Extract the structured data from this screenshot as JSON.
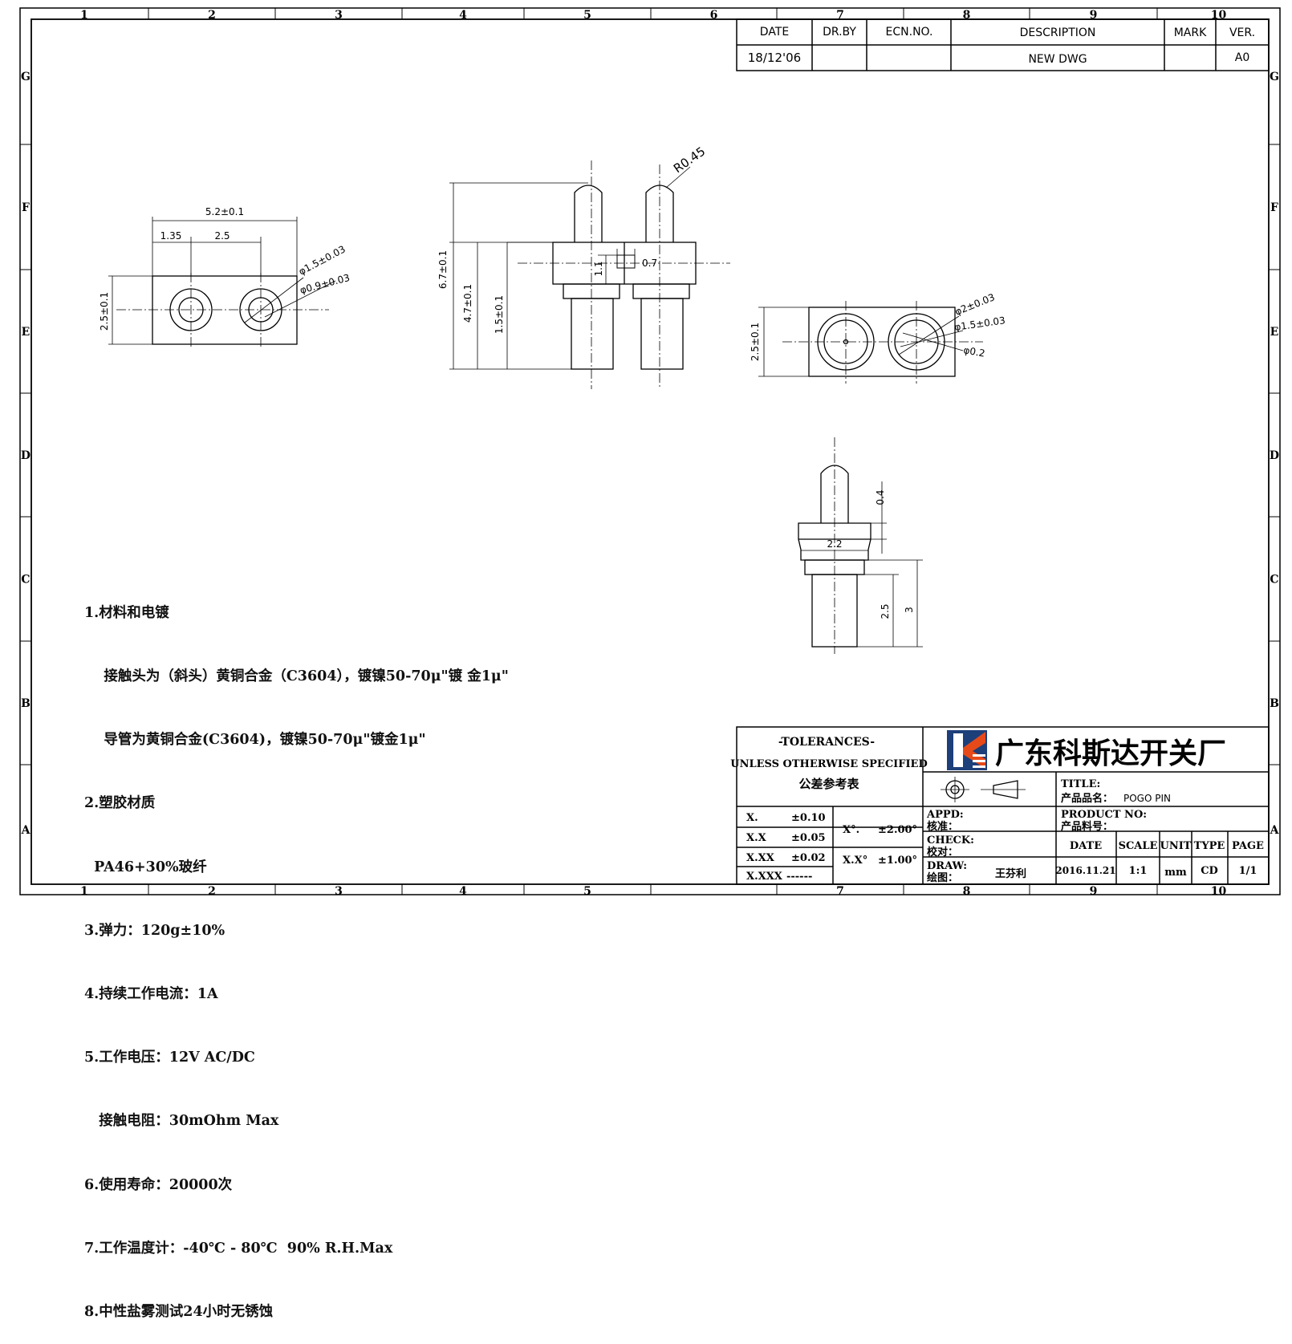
{
  "border": {
    "columns": [
      "1",
      "2",
      "3",
      "4",
      "5",
      "6",
      "7",
      "8",
      "9",
      "10"
    ],
    "bottom_columns": [
      "1",
      "2",
      "3",
      "4",
      "5",
      "7",
      "8",
      "9",
      "10"
    ],
    "rows": [
      "G",
      "F",
      "E",
      "D",
      "C",
      "B",
      "A"
    ]
  },
  "revision_table": {
    "headers": [
      "DATE",
      "DR.BY",
      "ECN.NO.",
      "DESCRIPTION",
      "MARK",
      "VER."
    ],
    "row": [
      "18/12'06",
      "",
      "",
      "NEW DWG",
      "",
      "A0"
    ]
  },
  "dimensions": {
    "top_view": {
      "overall": "5.2±0.1",
      "d1": "1.35",
      "d2": "2.5",
      "height": "2.5±0.1",
      "phi_outer": "φ1.5±0.03",
      "phi_inner": "φ0.9±0.03"
    },
    "side_view": {
      "radius": "R0.45",
      "h_total": "6.7±0.1",
      "h_body": "4.7±0.1",
      "h_tube": "1.5±0.1",
      "h_step": "1.1",
      "w_gap": "0.7"
    },
    "end_view": {
      "height": "2.5±0.1",
      "phi_big": "φ2±0.03",
      "phi_mid": "φ1.5±0.03",
      "phi_small": "φ0.2"
    },
    "detail_view": {
      "d_04": "0.4",
      "d_22": "2.2",
      "d_25": "2.5",
      "d_3": "3"
    }
  },
  "notes": [
    "1.材料和电镀",
    "    接触头为（斜头）黄铜合金（C3604），镀镍50-70μ\"镀 金1μ\"",
    "    导管为黄铜合金(C3604)，镀镍50-70μ\"镀金1μ\"",
    "2.塑胶材质",
    "  PA46+30%玻纤",
    "3.弹力：120g±10%",
    "4.持续工作电流：1A",
    "5.工作电压：12V AC/DC",
    "   接触电阻：30mOhm Max",
    "6.使用寿命：20000次",
    "7.工作温度计：-40℃ - 80℃  90% R.H.Max",
    "8.中性盐雾测试24小时无锈蚀"
  ],
  "title_block": {
    "tolerances_title": "-TOLERANCES-",
    "tolerances_sub": "UNLESS OTHERWISE SPECIFIED",
    "tolerances_cn": "公差参考表",
    "tol_rows": [
      {
        "k": "X.",
        "v": "±0.10"
      },
      {
        "k": "X.X",
        "v": "±0.05"
      },
      {
        "k": "X.XX",
        "v": "±0.02"
      },
      {
        "k": "X.XXX",
        "v": "------"
      }
    ],
    "ang_rows": [
      {
        "k": "X°.",
        "v": "±2.00°"
      },
      {
        "k": "X.X°",
        "v": "±1.00°"
      }
    ],
    "company": "广东科斯达开关厂",
    "title_label": "TITLE:",
    "product_name_label": "产品品名：",
    "product_name": "POGO PIN",
    "appd_label": "APPD:",
    "appd_cn": "核准：",
    "product_no_label": "PRODUCT NO:",
    "product_no_cn": "产品料号：",
    "check_label": "CHECK:",
    "check_cn": "校对：",
    "draw_label": "DRAW:",
    "draw_cn": "绘图：",
    "drawer": "王芬利",
    "info_headers": [
      "DATE",
      "SCALE",
      "UNIT",
      "TYPE",
      "PAGE"
    ],
    "info_values": [
      "2016.11.21",
      "1:1",
      "mm",
      "CD",
      "1/1"
    ]
  }
}
